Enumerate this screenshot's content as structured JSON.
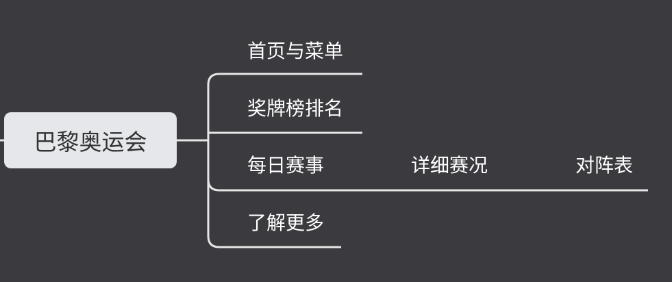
{
  "colors": {
    "background": "#3a3a3f",
    "root_fill": "#e6e7ea",
    "root_text": "#333333",
    "branch_text": "#ffffff",
    "connector": "#e6e6e6"
  },
  "mindmap": {
    "root": "巴黎奥运会",
    "branches": [
      {
        "label": "首页与菜单",
        "children": []
      },
      {
        "label": "奖牌榜排名",
        "children": []
      },
      {
        "label": "每日赛事",
        "children": [
          {
            "label": "详细赛况",
            "children": [
              {
                "label": "对阵表"
              }
            ]
          }
        ]
      },
      {
        "label": "了解更多",
        "children": []
      }
    ]
  }
}
